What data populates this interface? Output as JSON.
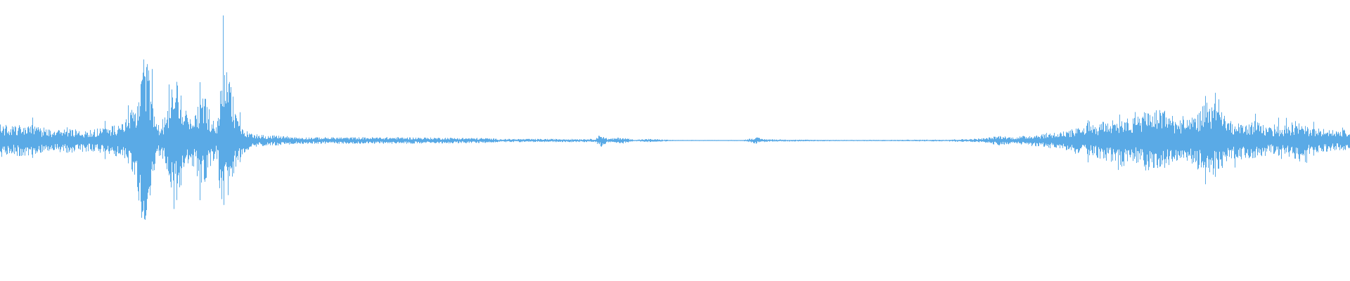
{
  "waveform": {
    "color": "#5aaae6",
    "background": "#ffffff",
    "envelope": [
      [
        0.0,
        0.1
      ],
      [
        0.01,
        0.09
      ],
      [
        0.02,
        0.1
      ],
      [
        0.03,
        0.08
      ],
      [
        0.04,
        0.07
      ],
      [
        0.05,
        0.08
      ],
      [
        0.06,
        0.06
      ],
      [
        0.07,
        0.07
      ],
      [
        0.08,
        0.09
      ],
      [
        0.09,
        0.1
      ],
      [
        0.1,
        0.22
      ],
      [
        0.105,
        0.5
      ],
      [
        0.11,
        0.45
      ],
      [
        0.115,
        0.12
      ],
      [
        0.12,
        0.08
      ],
      [
        0.13,
        0.4
      ],
      [
        0.135,
        0.25
      ],
      [
        0.14,
        0.12
      ],
      [
        0.145,
        0.2
      ],
      [
        0.15,
        0.3
      ],
      [
        0.155,
        0.18
      ],
      [
        0.16,
        0.08
      ],
      [
        0.165,
        0.5
      ],
      [
        0.17,
        0.4
      ],
      [
        0.175,
        0.14
      ],
      [
        0.18,
        0.08
      ],
      [
        0.185,
        0.05
      ],
      [
        0.19,
        0.04
      ],
      [
        0.2,
        0.03
      ],
      [
        0.21,
        0.03
      ],
      [
        0.22,
        0.02
      ],
      [
        0.3,
        0.02
      ],
      [
        0.36,
        0.015
      ],
      [
        0.37,
        0.01
      ],
      [
        0.44,
        0.01
      ],
      [
        0.445,
        0.04
      ],
      [
        0.45,
        0.01
      ],
      [
        0.46,
        0.02
      ],
      [
        0.47,
        0.005
      ],
      [
        0.48,
        0.01
      ],
      [
        0.5,
        0.003
      ],
      [
        0.55,
        0.003
      ],
      [
        0.56,
        0.02
      ],
      [
        0.565,
        0.01
      ],
      [
        0.57,
        0.008
      ],
      [
        0.59,
        0.005
      ],
      [
        0.62,
        0.004
      ],
      [
        0.66,
        0.004
      ],
      [
        0.7,
        0.006
      ],
      [
        0.72,
        0.01
      ],
      [
        0.73,
        0.015
      ],
      [
        0.74,
        0.03
      ],
      [
        0.75,
        0.02
      ],
      [
        0.76,
        0.03
      ],
      [
        0.77,
        0.04
      ],
      [
        0.78,
        0.05
      ],
      [
        0.79,
        0.06
      ],
      [
        0.8,
        0.08
      ],
      [
        0.81,
        0.1
      ],
      [
        0.82,
        0.12
      ],
      [
        0.83,
        0.16
      ],
      [
        0.84,
        0.14
      ],
      [
        0.85,
        0.18
      ],
      [
        0.86,
        0.2
      ],
      [
        0.87,
        0.15
      ],
      [
        0.88,
        0.12
      ],
      [
        0.89,
        0.2
      ],
      [
        0.895,
        0.25
      ],
      [
        0.9,
        0.22
      ],
      [
        0.91,
        0.12
      ],
      [
        0.92,
        0.1
      ],
      [
        0.93,
        0.12
      ],
      [
        0.94,
        0.08
      ],
      [
        0.95,
        0.09
      ],
      [
        0.96,
        0.12
      ],
      [
        0.97,
        0.08
      ],
      [
        0.98,
        0.07
      ],
      [
        0.99,
        0.06
      ],
      [
        1.0,
        0.07
      ]
    ]
  }
}
